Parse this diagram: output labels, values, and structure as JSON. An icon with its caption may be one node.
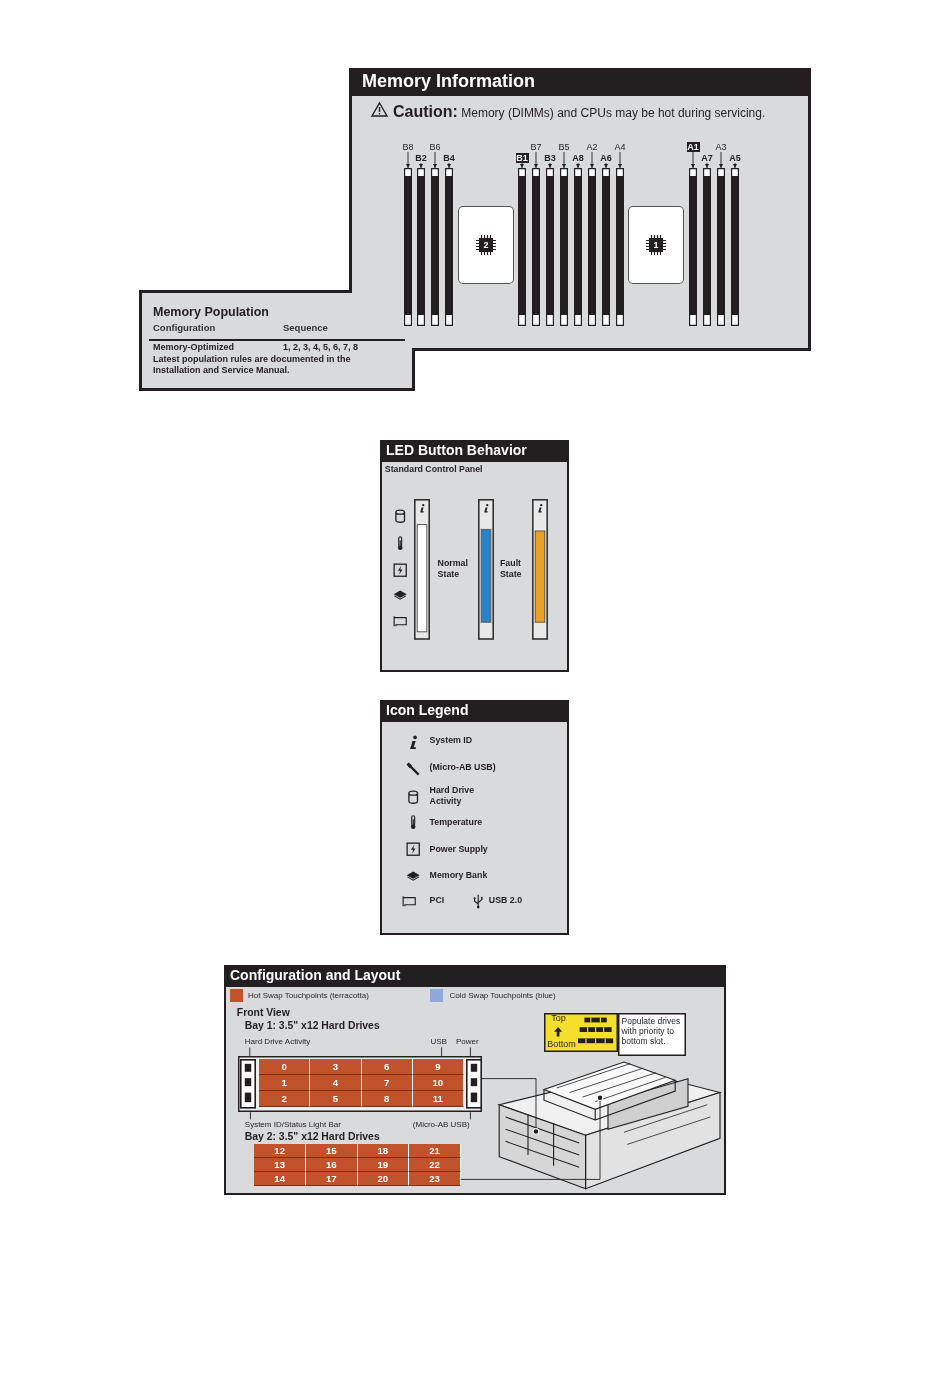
{
  "diagram": {
    "nodes": [
      {
        "text": [
          "Memory Information",
          "**Caution:** Memory (DIMMs) and CPUs may be hot during servicing."
        ]
      },
      {
        "text": [
          "Memory Population",
          "Configuration",
          "Sequence",
          "Memory-Optimized",
          "1, 2, 3, 4, 5, 6, 7, 8",
          "Latest population rules are documented in the Installation and Service Manual."
        ]
      },
      {
        "text": [
          "2"
        ],
        "in": 0
      },
      {
        "text": [
          "1"
        ],
        "in": 0
      },
      {
        "text": [
          "B8"
        ],
        "in": 0
      },
      {
        "text": [
          "B2"
        ],
        "in": 0
      },
      {
        "text": [
          "B6"
        ],
        "in": 0
      },
      {
        "text": [
          "B4"
        ],
        "in": 0
      },
      {
        "text": [
          "B1"
        ],
        "in": 0
      },
      {
        "text": [
          "B7"
        ],
        "in": 0
      },
      {
        "text": [
          "B3"
        ],
        "in": 0
      },
      {
        "text": [
          "B5"
        ],
        "in": 0
      },
      {
        "text": [
          "A8"
        ],
        "in": 0
      },
      {
        "text": [
          "A2"
        ],
        "in": 0
      },
      {
        "text": [
          "A6"
        ],
        "in": 0
      },
      {
        "text": [
          "A4"
        ],
        "in": 0
      },
      {
        "text": [
          "A1"
        ],
        "in": 0
      },
      {
        "text": [
          "A7"
        ],
        "in": 0
      },
      {
        "text": [
          "A3"
        ],
        "in": 0
      },
      {
        "text": [
          "A5"
        ],
        "in": 0
      },
      {
        "text": [],
        "shape": "bar",
        "in": 0
      },
      {
        "text": [],
        "shape": "bar",
        "in": 0
      },
      {
        "text": [],
        "shape": "bar",
        "in": 0
      },
      {
        "text": [],
        "shape": "bar",
        "in": 0
      },
      {
        "text": [],
        "shape": "bar",
        "in": 0
      },
      {
        "text": [],
        "shape": "bar",
        "in": 0
      },
      {
        "text": [],
        "shape": "bar",
        "in": 0
      },
      {
        "text": [],
        "shape": "bar",
        "in": 0
      },
      {
        "text": [],
        "shape": "bar",
        "in": 0
      },
      {
        "text": [],
        "shape": "bar",
        "in": 0
      },
      {
        "text": [],
        "shape": "bar",
        "in": 0
      },
      {
        "text": [],
        "shape": "bar",
        "in": 0
      },
      {
        "text": [],
        "shape": "bar",
        "in": 0
      },
      {
        "text": [],
        "shape": "bar",
        "in": 0
      },
      {
        "text": [],
        "shape": "bar",
        "in": 0
      },
      {
        "text": [],
        "shape": "bar",
        "in": 0
      },
      {
        "text": [
          "LED Button Behavior",
          "Standard Control Panel",
          "Normal State",
          "Fault State"
        ]
      },
      {
        "text": [
          "Icon Legend"
        ]
      },
      {
        "text": [
          "Configuration and Layout",
          "Front View"
        ]
      },
      {
        "text": [
          "Bay 1: 3.5\" x12 Hard Drives"
        ],
        "in": 38
      },
      {
        "text": [
          "0"
        ],
        "in": 39
      },
      {
        "text": [
          "3"
        ],
        "in": 39
      },
      {
        "text": [
          "6"
        ],
        "in": 39
      },
      {
        "text": [
          "9"
        ],
        "in": 39
      },
      {
        "text": [
          "1"
        ],
        "in": 39
      },
      {
        "text": [
          "4"
        ],
        "in": 39
      },
      {
        "text": [
          "7"
        ],
        "in": 39
      },
      {
        "text": [
          "10"
        ],
        "in": 39
      },
      {
        "text": [
          "2"
        ],
        "in": 39
      },
      {
        "text": [
          "5"
        ],
        "in": 39
      },
      {
        "text": [
          "8"
        ],
        "in": 39
      },
      {
        "text": [
          "11"
        ],
        "in": 39
      },
      {
        "text": [
          "Bay 2: 3.5\" x12 Hard Drives"
        ],
        "in": 38
      },
      {
        "text": [
          "12"
        ],
        "in": 52
      },
      {
        "text": [
          "15"
        ],
        "in": 52
      },
      {
        "text": [
          "18"
        ],
        "in": 52
      },
      {
        "text": [
          "21"
        ],
        "in": 52
      },
      {
        "text": [
          "13"
        ],
        "in": 52
      },
      {
        "text": [
          "16"
        ],
        "in": 52
      },
      {
        "text": [
          "19"
        ],
        "in": 52
      },
      {
        "text": [
          "22"
        ],
        "in": 52
      },
      {
        "text": [
          "14"
        ],
        "in": 52
      },
      {
        "text": [
          "17"
        ],
        "in": 52
      },
      {
        "text": [
          "20"
        ],
        "in": 52
      },
      {
        "text": [
          "23"
        ],
        "in": 52
      },
      {
        "text": [
          "Top",
          "Bottom"
        ],
        "in": 38
      },
      {
        "text": [
          "Populate drives with priority to bottom slot."
        ],
        "in": 38
      },
      {
        "text": [],
        "shape": "picture",
        "in": 38
      },
      {
        "text": [
          "Hard Drive Activity"
        ],
        "in": 38
      },
      {
        "text": [
          "USB"
        ],
        "in": 38
      },
      {
        "text": [
          "Power"
        ],
        "in": 38
      },
      {
        "text": [
          "System ID/Status Light Bar"
        ],
        "in": 38
      },
      {
        "text": [
          "(Micro-AB USB)"
        ],
        "in": 38
      }
    ],
    "edges": [
      {
        "from": 4,
        "to": 20,
        "arrow": "to"
      },
      {
        "from": 5,
        "to": 21,
        "arrow": "to"
      },
      {
        "from": 6,
        "to": 22,
        "arrow": "to"
      },
      {
        "from": 7,
        "to": 23,
        "arrow": "to"
      },
      {
        "from": 8,
        "to": 24,
        "arrow": "to"
      },
      {
        "from": 9,
        "to": 25,
        "arrow": "to"
      },
      {
        "from": 10,
        "to": 26,
        "arrow": "to"
      },
      {
        "from": 11,
        "to": 27,
        "arrow": "to"
      },
      {
        "from": 12,
        "to": 28,
        "arrow": "to"
      },
      {
        "from": 13,
        "to": 29,
        "arrow": "to"
      },
      {
        "from": 14,
        "to": 30,
        "arrow": "to"
      },
      {
        "from": 15,
        "to": 31,
        "arrow": "to"
      },
      {
        "from": 16,
        "to": 32,
        "arrow": "to"
      },
      {
        "from": 17,
        "to": 33,
        "arrow": "to"
      },
      {
        "from": 18,
        "to": 34,
        "arrow": "to"
      },
      {
        "from": 19,
        "to": 35,
        "arrow": "to"
      },
      {
        "from": 39,
        "to": 67,
        "arrow": "other"
      },
      {
        "from": 52,
        "to": 67,
        "arrow": "other"
      },
      {
        "from": 68,
        "to": 39,
        "arrow": "none"
      },
      {
        "from": 69,
        "to": 39,
        "arrow": "none"
      },
      {
        "from": 70,
        "to": 39,
        "arrow": "none"
      },
      {
        "from": 71,
        "to": 39,
        "arrow": "none"
      },
      {
        "from": 72,
        "to": 39,
        "arrow": "none"
      }
    ],
    "legend": [
      {
        "text": "System ID"
      },
      {
        "text": "(Micro-AB USB)"
      },
      {
        "text": "Hard Drive Activity"
      },
      {
        "text": "Temperature"
      },
      {
        "text": "Power Supply"
      },
      {
        "text": "Memory Bank"
      },
      {
        "text": "PCI"
      },
      {
        "text": "USB 2.0"
      },
      {
        "text": "Hot Swap Touchpoints (terracotta)",
        "color": "#c0532b"
      },
      {
        "text": "Cold Swap Touchpoints (blue)",
        "color": "#8fa8dc"
      }
    ]
  }
}
